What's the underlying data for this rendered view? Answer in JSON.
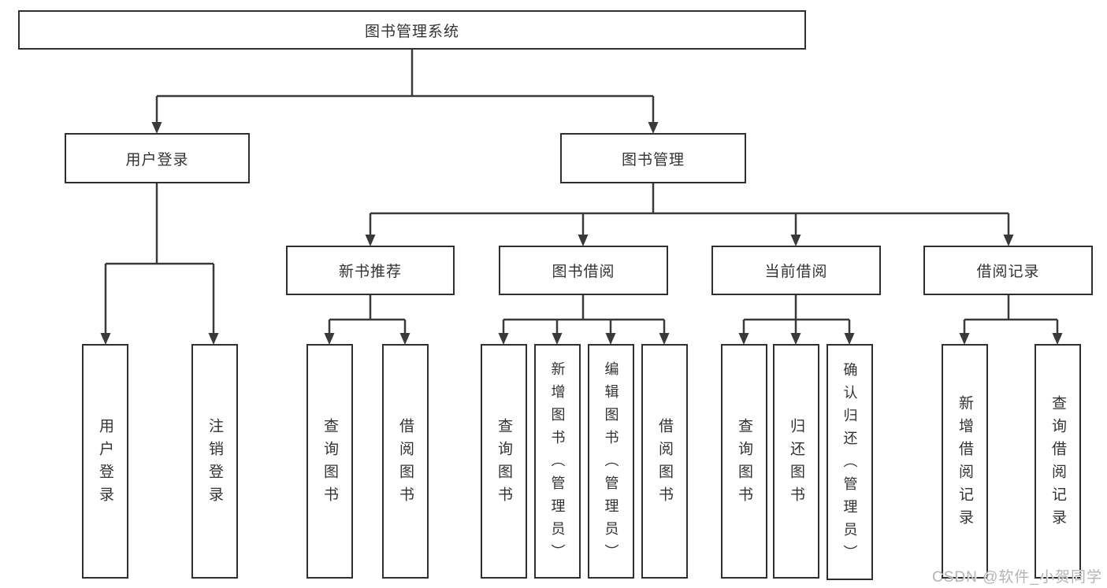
{
  "diagram_title": "图书管理系统",
  "tree": {
    "root": {
      "label": "图书管理系统"
    },
    "level2": [
      {
        "label": "用户登录",
        "children": [
          {
            "label": "用户登录"
          },
          {
            "label": "注销登录"
          }
        ]
      },
      {
        "label": "图书管理",
        "children": [
          {
            "label": "新书推荐",
            "children": [
              {
                "label": "查询图书"
              },
              {
                "label": "借阅图书"
              }
            ]
          },
          {
            "label": "图书借阅",
            "children": [
              {
                "label": "查询图书"
              },
              {
                "label": "新增图书（管理员）"
              },
              {
                "label": "编辑图书（管理员）"
              },
              {
                "label": "借阅图书"
              }
            ]
          },
          {
            "label": "当前借阅",
            "children": [
              {
                "label": "查询图书"
              },
              {
                "label": "归还图书"
              },
              {
                "label": "确认归还（管理员）"
              }
            ]
          },
          {
            "label": "借阅记录",
            "children": [
              {
                "label": "新增借阅记录"
              },
              {
                "label": "查询借阅记录"
              }
            ]
          }
        ]
      }
    ]
  },
  "watermark": {
    "text": "CSDN @软件_小贺同学"
  },
  "colors": {
    "line": "#3a3a3a",
    "box_border": "#2f2f2f",
    "text": "#333333",
    "watermark": "#b4b4b4",
    "background": "#ffffff"
  }
}
